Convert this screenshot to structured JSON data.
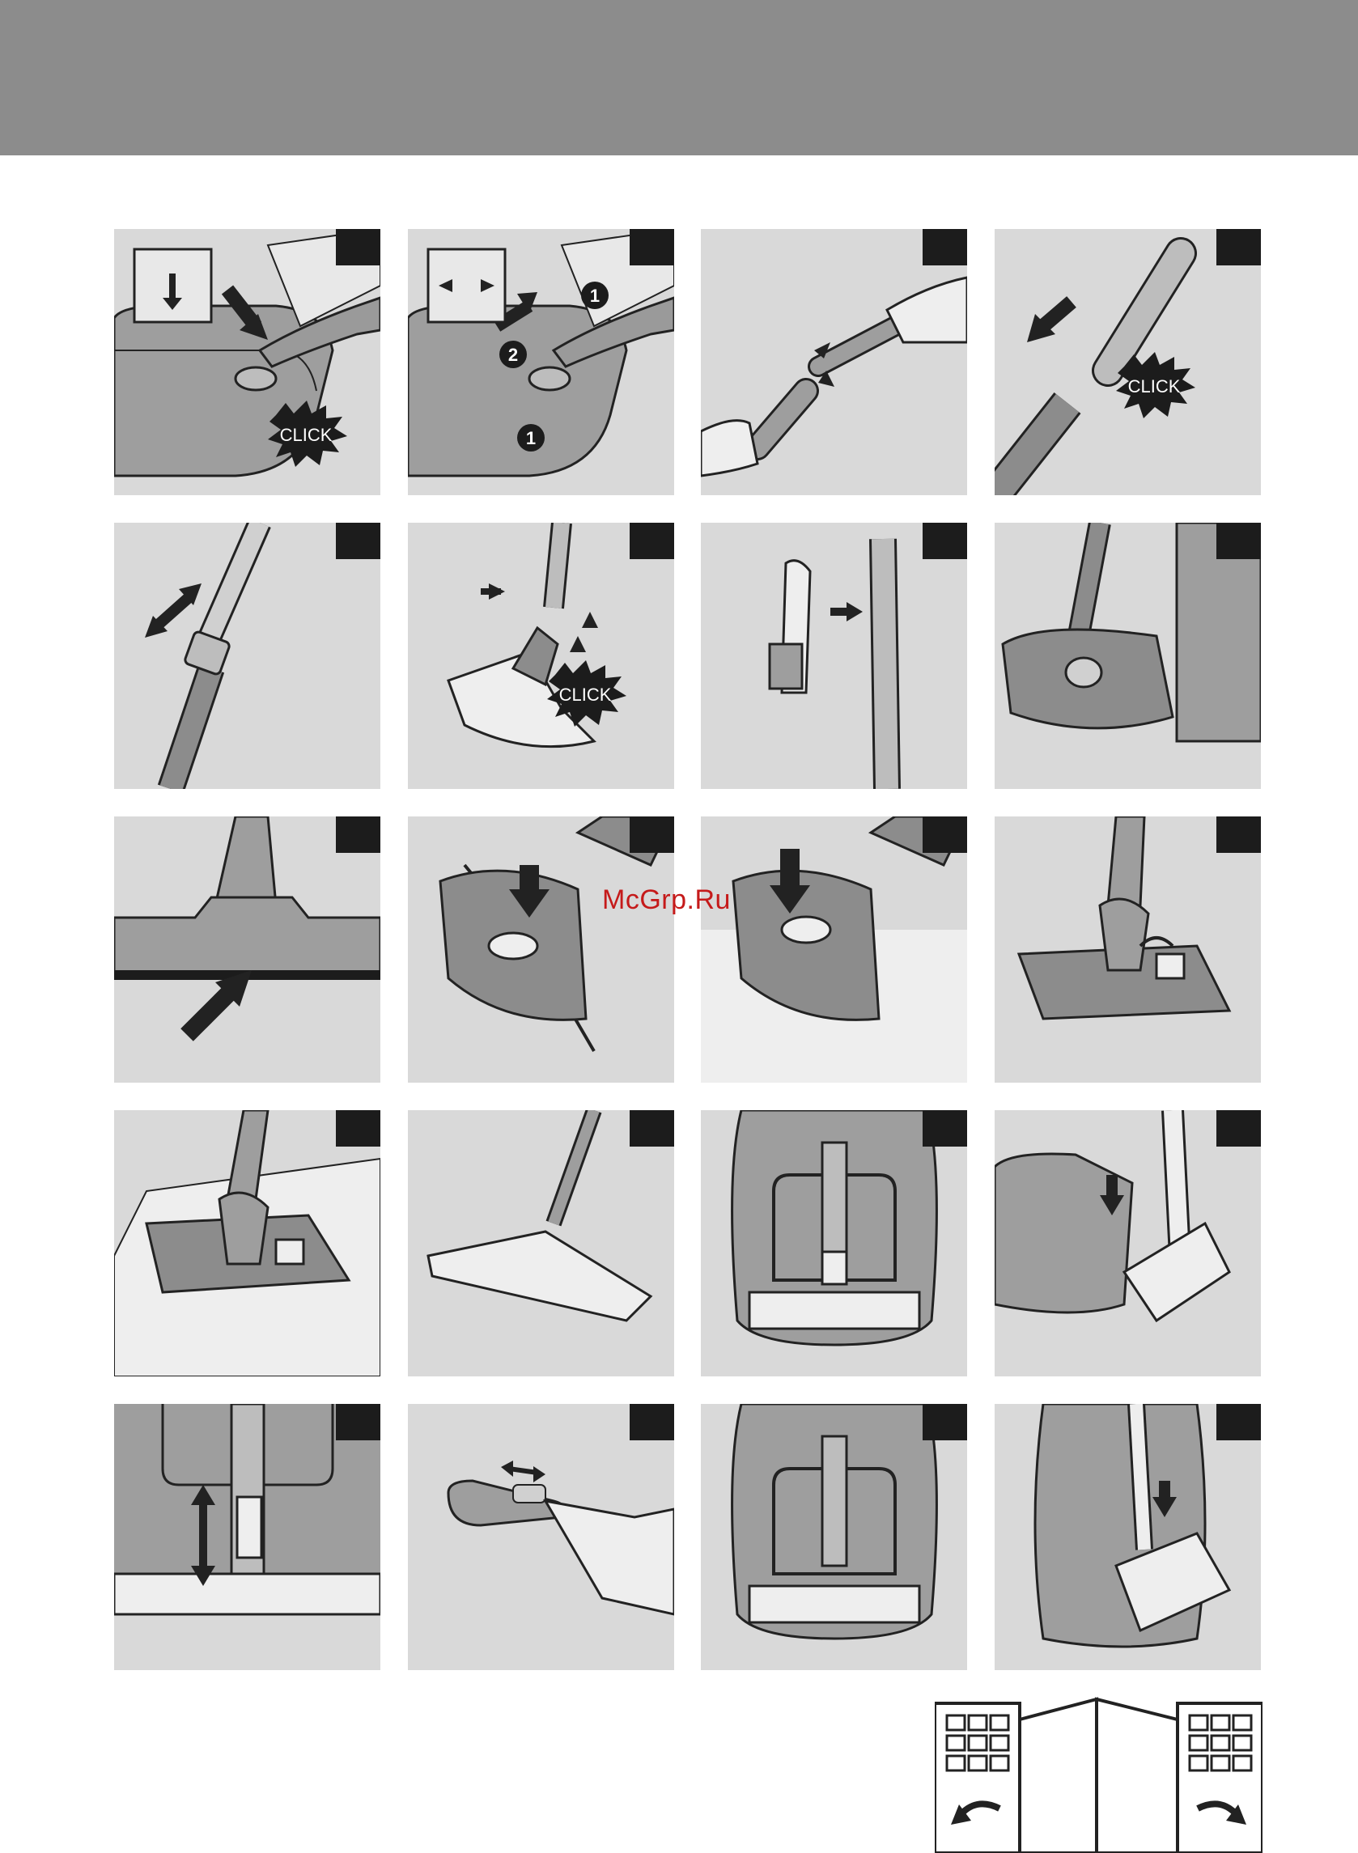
{
  "header": {
    "color": "#8c8c8c"
  },
  "watermark": {
    "text": "McGrp.Ru",
    "color": "#c51a1a"
  },
  "badges": {
    "click": "CLICK",
    "step_one": "1",
    "step_two": "2"
  },
  "figures": [
    {
      "icon": "hose-connect-click-illustration"
    },
    {
      "icon": "hose-release-illustration"
    },
    {
      "icon": "handle-tube-connect-illustration"
    },
    {
      "icon": "tube-click-illustration"
    },
    {
      "icon": "telescopic-tube-adjust-illustration"
    },
    {
      "icon": "nozzle-attach-click-illustration"
    },
    {
      "icon": "accessory-clip-illustration"
    },
    {
      "icon": "nozzle-wall-edge-illustration"
    },
    {
      "icon": "nozzle-bumper-illustration"
    },
    {
      "icon": "nozzle-hard-floor-illustration"
    },
    {
      "icon": "nozzle-carpet-pedal-illustration"
    },
    {
      "icon": "nozzle-switch-brush-up-illustration"
    },
    {
      "icon": "nozzle-switch-brush-down-carpet-illustration"
    },
    {
      "icon": "parquet-nozzle-illustration"
    },
    {
      "icon": "appliance-rear-view-illustration"
    },
    {
      "icon": "tube-parking-illustration"
    },
    {
      "icon": "suction-slider-illustration"
    },
    {
      "icon": "handle-air-slide-illustration"
    },
    {
      "icon": "appliance-rear-view-illustration"
    },
    {
      "icon": "upright-storage-illustration"
    }
  ],
  "booklet": {
    "icon": "fold-out-booklet-icon"
  }
}
